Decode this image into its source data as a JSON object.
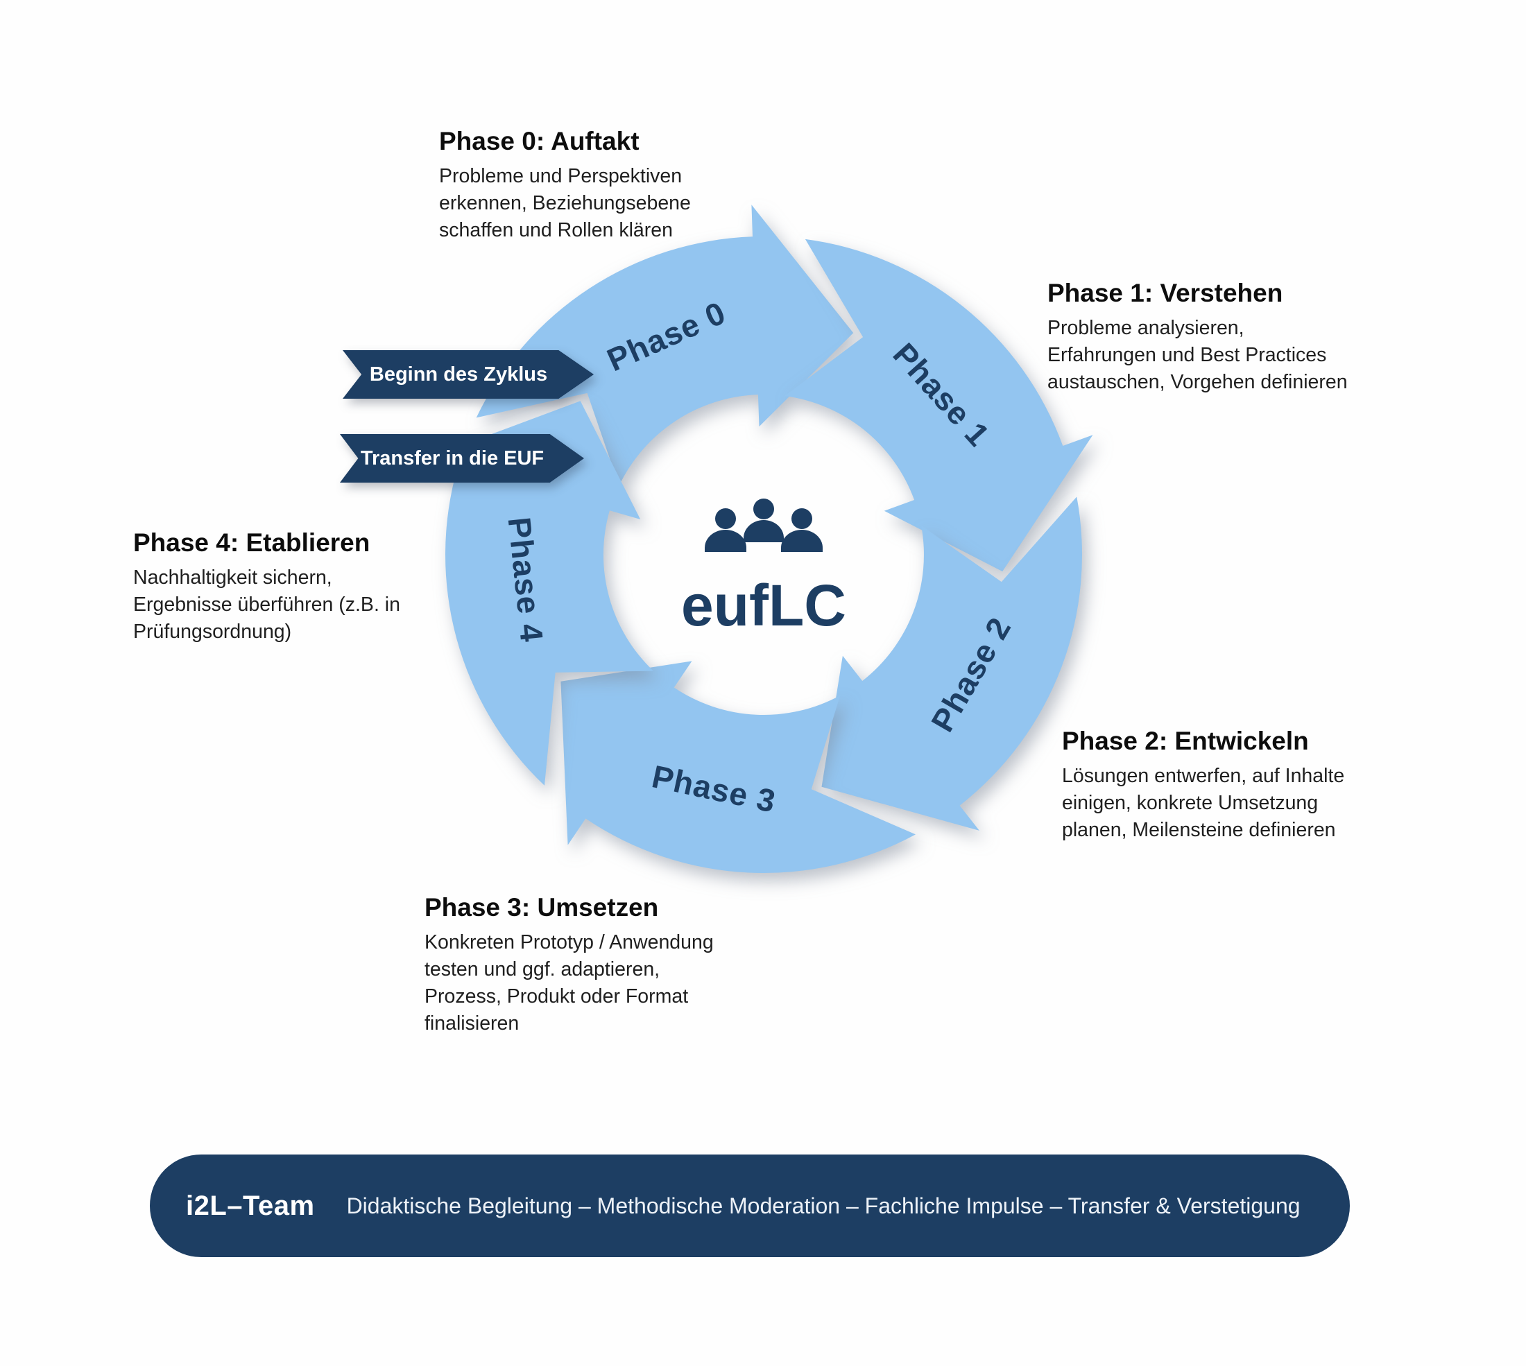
{
  "colors": {
    "arrow_blue": "#93C5F0",
    "navy": "#1D3E63",
    "background": "#FEFEFE",
    "heading_text": "#0D0D0D",
    "body_text": "#1F1F1F",
    "banner_text": "#FFFFFF"
  },
  "center": {
    "logo_text": "eufLC",
    "icon": "people-group-icon"
  },
  "phases": [
    {
      "arc_label": "Phase 0",
      "title": "Phase 0: Auftakt",
      "description": "Probleme und Perspektiven\nerkennen, Beziehungsebene\nschaffen und Rollen klären"
    },
    {
      "arc_label": "Phase 1",
      "title": "Phase 1: Verstehen",
      "description": "Probleme analysieren,\nErfahrungen und Best Practices\naustauschen, Vorgehen definieren"
    },
    {
      "arc_label": "Phase 2",
      "title": "Phase 2: Entwickeln",
      "description": "Lösungen entwerfen, auf Inhalte\neinigen, konkrete Umsetzung\nplanen, Meilensteine definieren"
    },
    {
      "arc_label": "Phase 3",
      "title": "Phase 3: Umsetzen",
      "description": "Konkreten Prototyp / Anwendung\ntesten und ggf. adaptieren,\nProzess, Produkt oder Format\nfinalisieren"
    },
    {
      "arc_label": "Phase 4",
      "title": "Phase 4: Etablieren",
      "description": "Nachhaltigkeit sichern,\nErgebnisse überführen (z.B. in\nPrüfungsordnung)"
    }
  ],
  "banners": [
    {
      "label": "Beginn des Zyklus"
    },
    {
      "label": "Transfer in die EUF"
    }
  ],
  "footer": {
    "team_label": "i2L–Team",
    "description": "Didaktische Begleitung – Methodische Moderation – Fachliche Impulse – Transfer & Verstetigung"
  }
}
